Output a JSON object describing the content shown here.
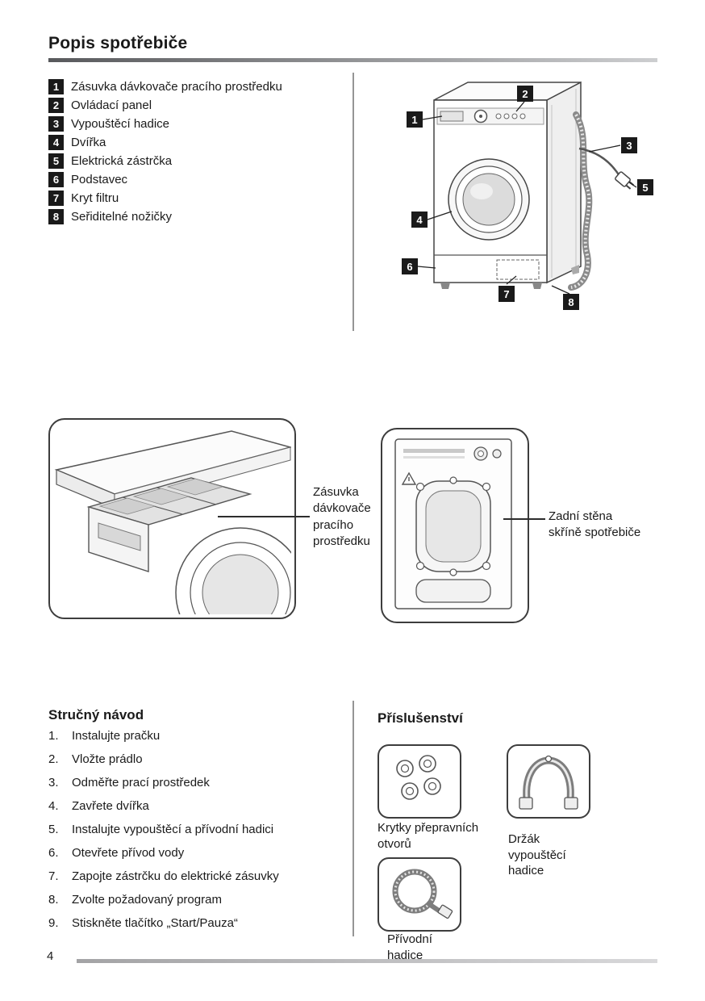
{
  "page": {
    "title": "Popis spotřebiče",
    "page_number": "4"
  },
  "parts": {
    "items": [
      {
        "num": "1",
        "label": "Zásuvka dávkovače pracího prostředku"
      },
      {
        "num": "2",
        "label": "Ovládací panel"
      },
      {
        "num": "3",
        "label": "Vypouštěcí hadice"
      },
      {
        "num": "4",
        "label": "Dvířka"
      },
      {
        "num": "5",
        "label": "Elektrická zástrčka"
      },
      {
        "num": "6",
        "label": "Podstavec"
      },
      {
        "num": "7",
        "label": "Kryt filtru"
      },
      {
        "num": "8",
        "label": "Seřiditelné nožičky"
      }
    ]
  },
  "diagram": {
    "callouts": [
      "1",
      "2",
      "3",
      "4",
      "5",
      "6",
      "7",
      "8"
    ]
  },
  "figures": {
    "drawer_caption": "Zásuvka dávkovače pracího prostředku",
    "back_caption": "Zadní stěna skříně spotřebiče"
  },
  "quick_guide": {
    "heading": "Stručný návod",
    "steps": [
      {
        "num": "1.",
        "text": "Instalujte pračku"
      },
      {
        "num": "2.",
        "text": "Vložte prádlo"
      },
      {
        "num": "3.",
        "text": "Odměřte prací prostředek"
      },
      {
        "num": "4.",
        "text": "Zavřete dvířka"
      },
      {
        "num": "5.",
        "text": "Instalujte vypouštěcí a přívodní hadici"
      },
      {
        "num": "6.",
        "text": "Otevřete přívod vody"
      },
      {
        "num": "7.",
        "text": "Zapojte zástrčku do elektrické zásuvky"
      },
      {
        "num": "8.",
        "text": "Zvolte požadovaný program"
      },
      {
        "num": "9.",
        "text": "Stiskněte tlačítko „Start/Pauza“"
      }
    ]
  },
  "accessories": {
    "heading": "Příslušenství",
    "items": [
      {
        "caption": "Krytky přepravních otvorů"
      },
      {
        "caption": "Držák vypouštěcí hadice"
      },
      {
        "caption": "Přívodní hadice"
      }
    ]
  }
}
